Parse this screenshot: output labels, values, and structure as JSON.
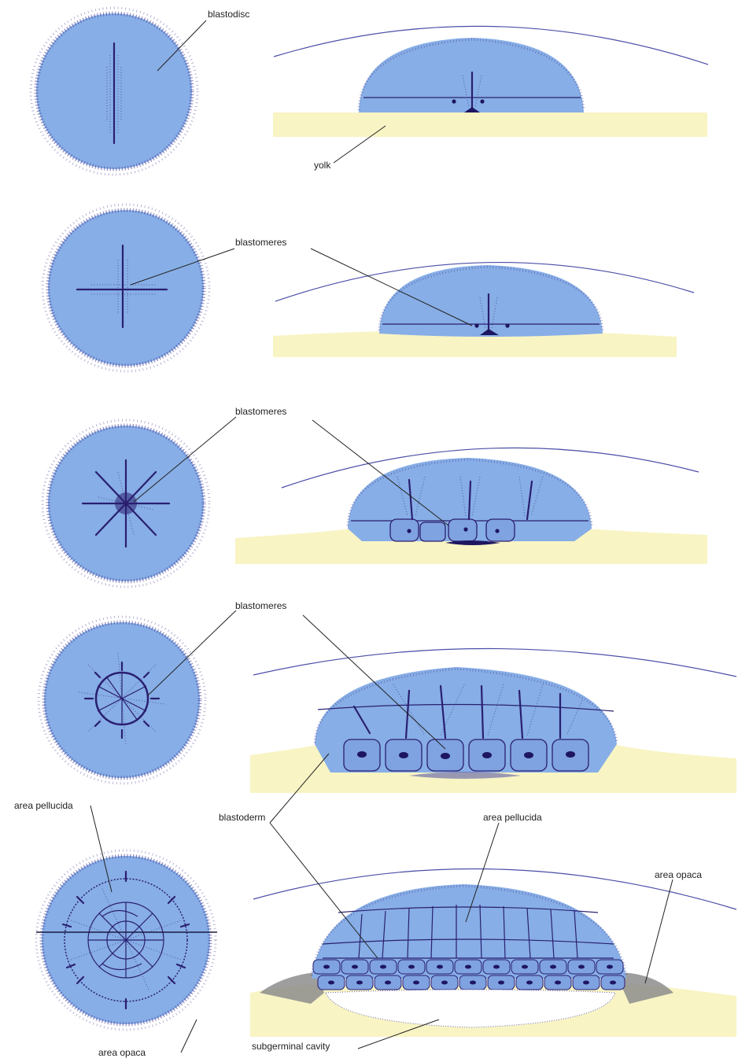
{
  "labels": {
    "blastodisc": "blastodisc",
    "yolk": "yolk",
    "blastomeres_1": "blastomeres",
    "blastomeres_2": "blastomeres",
    "blastomeres_3": "blastomeres",
    "area_pellucida_left": "area pellucida",
    "blastoderm": "blastoderm",
    "area_pellucida_right": "area pellucida",
    "area_opaca_right": "area opaca",
    "area_opaca_left": "area opaca",
    "subgerminal_cavity": "subgerminal cavity"
  },
  "colors": {
    "blastodisc": "#87aee6",
    "yolk": "#f8f4c4",
    "furrow": "#2a1f70",
    "membrane": "#4b4fa8"
  }
}
